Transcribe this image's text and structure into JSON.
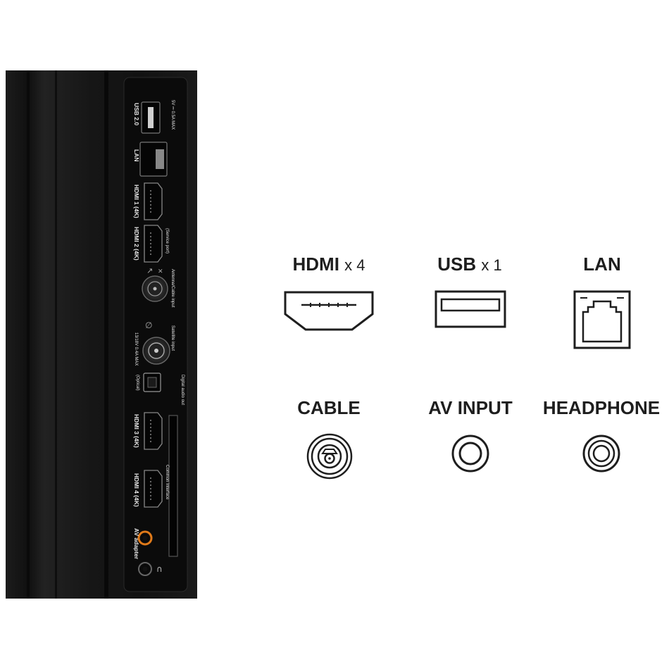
{
  "panel": {
    "ports": {
      "usb": {
        "label": "USB 2.0",
        "rating": "5V ⎓ 0.5A MAX"
      },
      "lan": {
        "label": "LAN"
      },
      "hdmi1": {
        "label": "HDMI 1 (4K)"
      },
      "hdmi2": {
        "label": "HDMI 2 (4K)",
        "note": "(Service port)"
      },
      "antenna": {
        "label": "Antenna/Cable input"
      },
      "satellite": {
        "label": "Satellite input",
        "rating": "13/18V   0.4A MAX"
      },
      "optical": {
        "label": "Digital audio out",
        "note": "(Optical)"
      },
      "hdmi3": {
        "label": "HDMI 3 (4K)"
      },
      "common_interface": {
        "label": "Common Interface"
      },
      "hdmi4": {
        "label": "HDMI 4 (4K)"
      },
      "av": {
        "label": "AV adapter"
      }
    },
    "colors": {
      "bezel": "#141414",
      "panel": "#0c0c0c",
      "port_accent": "#e07a1a"
    }
  },
  "features": [
    {
      "id": "hdmi",
      "title": "HDMI",
      "multiplier": "x 4",
      "icon": "hdmi-port-icon"
    },
    {
      "id": "usb",
      "title": "USB",
      "multiplier": "x 1",
      "icon": "usb-port-icon"
    },
    {
      "id": "lan",
      "title": "LAN",
      "multiplier": "",
      "icon": "ethernet-port-icon"
    },
    {
      "id": "cable",
      "title": "CABLE",
      "multiplier": "",
      "icon": "coax-port-icon"
    },
    {
      "id": "av",
      "title": "AV INPUT",
      "multiplier": "",
      "icon": "av-jack-icon"
    },
    {
      "id": "headphone",
      "title": "HEADPHONE",
      "multiplier": "",
      "icon": "headphone-jack-icon"
    }
  ]
}
